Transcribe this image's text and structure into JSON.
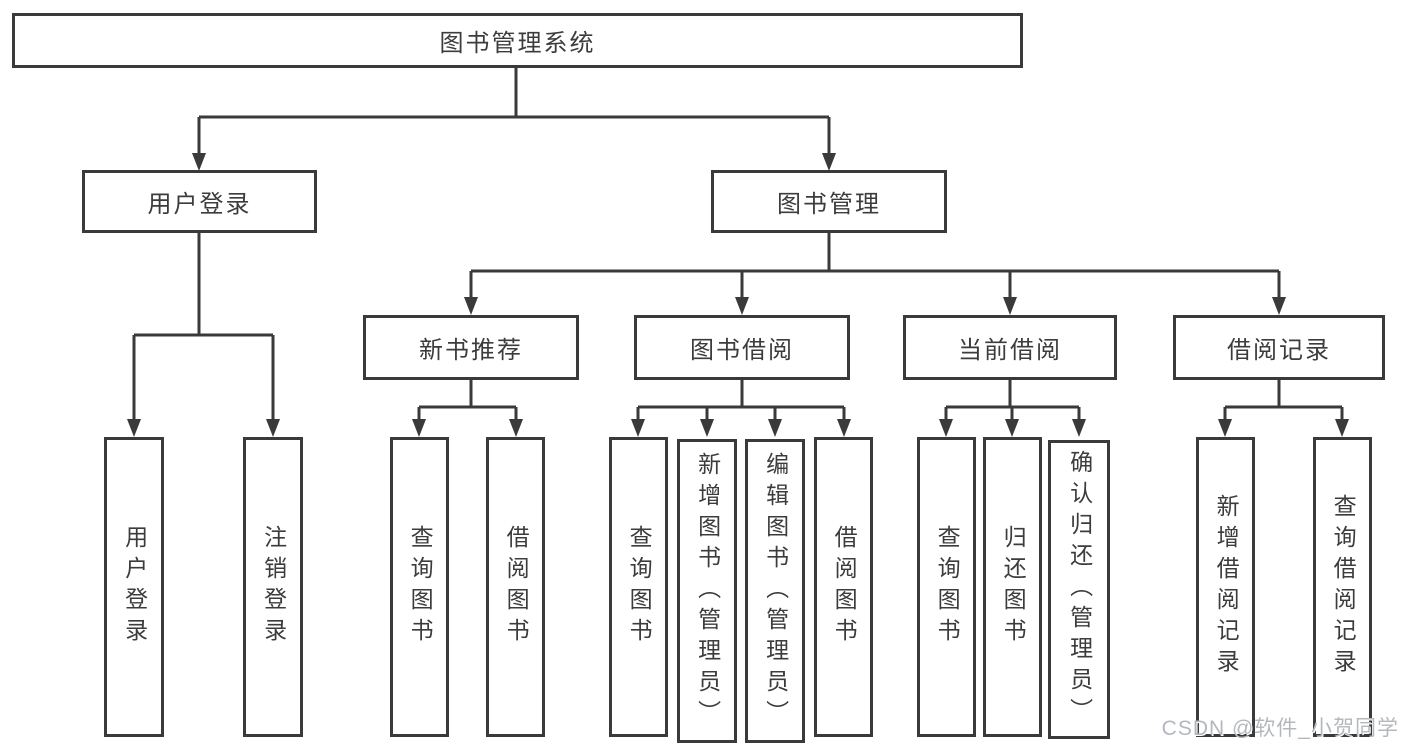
{
  "title": "图书管理系统",
  "colors": {
    "line": "#3a3a3a",
    "text": "#3c3c3c",
    "watermark": "#b4b8be",
    "background": "#ffffff"
  },
  "tree": {
    "root": {
      "label": "图书管理系统"
    },
    "level2": [
      {
        "label": "用户登录",
        "children": [
          {
            "label": "用户登录"
          },
          {
            "label": "注销登录"
          }
        ]
      },
      {
        "label": "图书管理",
        "children": [
          {
            "label": "新书推荐",
            "children": [
              {
                "label": "查询图书"
              },
              {
                "label": "借阅图书"
              }
            ]
          },
          {
            "label": "图书借阅",
            "children": [
              {
                "label": "查询图书"
              },
              {
                "label": "新增图书（管理员）"
              },
              {
                "label": "编辑图书（管理员）"
              },
              {
                "label": "借阅图书"
              }
            ]
          },
          {
            "label": "当前借阅",
            "children": [
              {
                "label": "查询图书"
              },
              {
                "label": "归还图书"
              },
              {
                "label": "确认归还（管理员）"
              }
            ]
          },
          {
            "label": "借阅记录",
            "children": [
              {
                "label": "新增借阅记录"
              },
              {
                "label": "查询借阅记录"
              }
            ]
          }
        ]
      }
    ]
  },
  "watermark": {
    "text": "CSDN @软件_小贺同学"
  }
}
